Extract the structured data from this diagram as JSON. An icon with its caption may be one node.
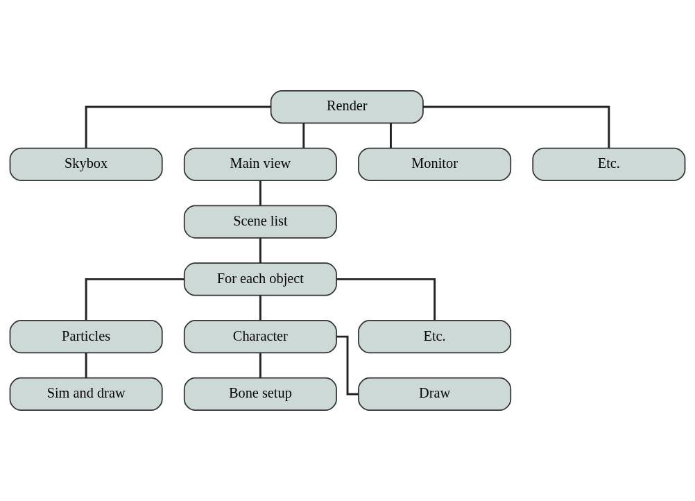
{
  "diagram": {
    "nodes": [
      {
        "text": [
          "Render"
        ]
      },
      {
        "text": [
          "Skybox"
        ]
      },
      {
        "text": [
          "Main view"
        ]
      },
      {
        "text": [
          "Monitor"
        ]
      },
      {
        "text": [
          "Etc."
        ]
      },
      {
        "text": [
          "Scene list"
        ]
      },
      {
        "text": [
          "For each object"
        ]
      },
      {
        "text": [
          "Particles"
        ]
      },
      {
        "text": [
          "Sim and draw"
        ]
      },
      {
        "text": [
          "Character"
        ]
      },
      {
        "text": [
          "Bone setup"
        ]
      },
      {
        "text": [
          "Draw"
        ]
      },
      {
        "text": [
          "Etc."
        ]
      }
    ],
    "edges": [
      {
        "from": 0,
        "to": 1,
        "arrow": "none"
      },
      {
        "from": 0,
        "to": 2,
        "arrow": "none"
      },
      {
        "from": 0,
        "to": 3,
        "arrow": "none"
      },
      {
        "from": 0,
        "to": 4,
        "arrow": "none"
      },
      {
        "from": 2,
        "to": 5,
        "arrow": "none"
      },
      {
        "from": 5,
        "to": 6,
        "arrow": "none"
      },
      {
        "from": 6,
        "to": 7,
        "arrow": "none"
      },
      {
        "from": 7,
        "to": 8,
        "arrow": "none"
      },
      {
        "from": 6,
        "to": 9,
        "arrow": "none"
      },
      {
        "from": 9,
        "to": 10,
        "arrow": "none"
      },
      {
        "from": 9,
        "to": 11,
        "arrow": "none"
      },
      {
        "from": 6,
        "to": 12,
        "arrow": "none"
      }
    ]
  }
}
